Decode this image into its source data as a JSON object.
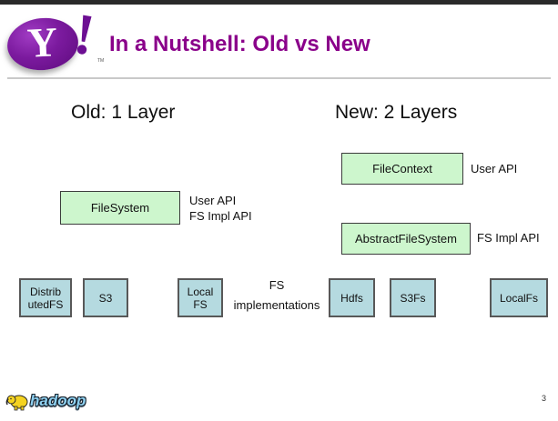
{
  "theme": {
    "title_color": "#8a018a",
    "green_box_fill": "#cdf6cd",
    "blue_box_fill": "#b5dae0",
    "green_box_border": "#3c3c3c",
    "blue_box_border": "#585858",
    "top_bar_color": "#2a2a2a",
    "divider_color": "#c9c9c9",
    "yahoo_purple": "#7b1a9e",
    "hadoop_text_color": "#8ed0f0"
  },
  "header": {
    "title": "In a Nutshell: Old vs New",
    "logo_y": "Y",
    "logo_exclamation": "!",
    "logo_tm": "TM"
  },
  "sections": {
    "old": {
      "heading": "Old: 1 Layer",
      "layer_box": "FileSystem",
      "api_label_line1": "User API",
      "api_label_line2": "FS Impl API",
      "impl_boxes": [
        {
          "line1": "Distrib",
          "line2": "utedFS"
        },
        {
          "line1": "S3",
          "line2": ""
        },
        {
          "line1": "Local",
          "line2": "FS"
        }
      ]
    },
    "new": {
      "heading": "New: 2 Layers",
      "user_layer_box": "FileContext",
      "user_api_label": "User API",
      "impl_layer_box": "AbstractFileSystem",
      "impl_api_label": "FS Impl API",
      "impl_boxes": [
        {
          "label": "Hdfs"
        },
        {
          "label": "S3Fs"
        },
        {
          "label": "LocalFs"
        }
      ]
    },
    "impl_caption_line1": "FS",
    "impl_caption_line2": "implementations"
  },
  "footer": {
    "hadoop_logo_text": "hadoop",
    "page_number": "3"
  }
}
